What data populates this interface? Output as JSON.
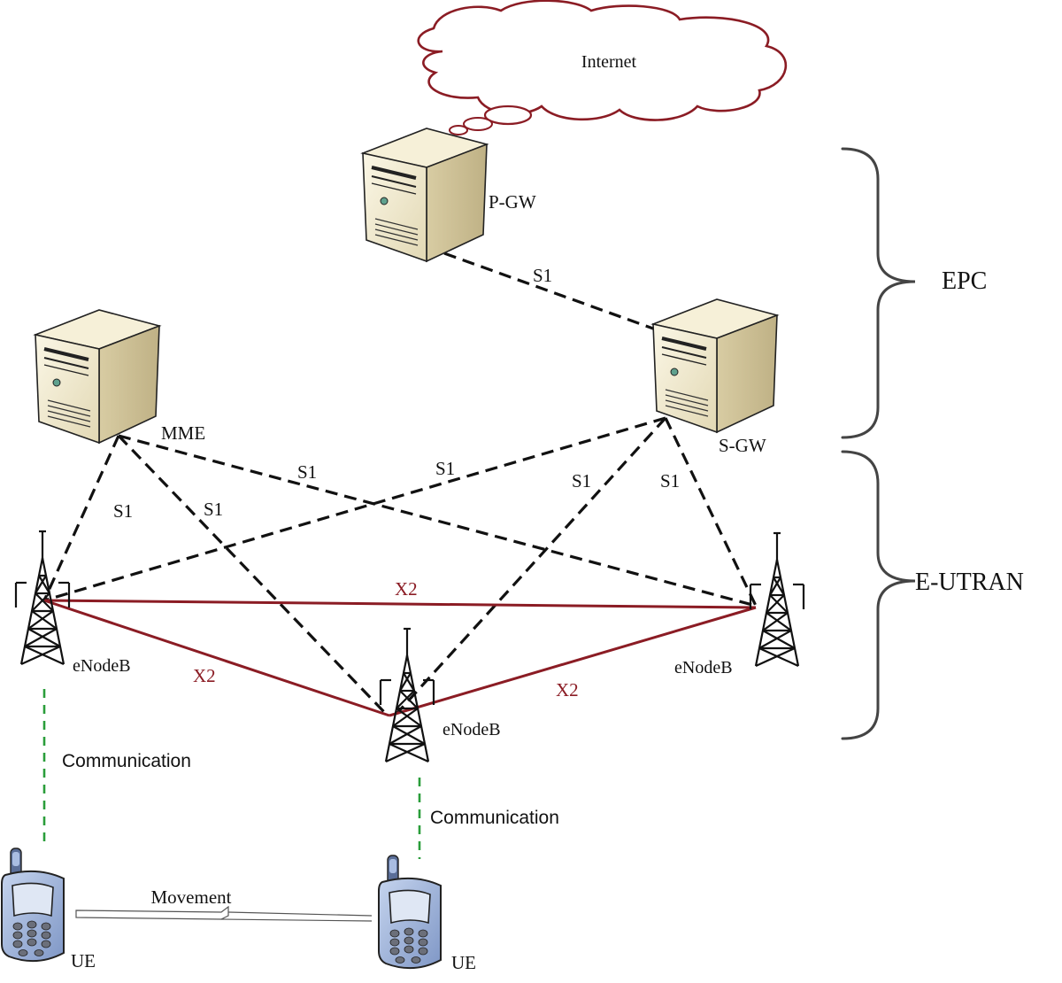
{
  "cloud": {
    "label": "Internet"
  },
  "servers": {
    "pgw": {
      "label": "P-GW"
    },
    "sgw": {
      "label": "S-GW"
    },
    "mme": {
      "label": "MME"
    }
  },
  "links": {
    "s1_labels": [
      "S1",
      "S1",
      "S1",
      "S1",
      "S1",
      "S1",
      "S1"
    ],
    "x2_labels": [
      "X2",
      "X2",
      "X2"
    ]
  },
  "enodebs": [
    {
      "label": "eNodeB"
    },
    {
      "label": "eNodeB"
    },
    {
      "label": "eNodeB"
    }
  ],
  "braces": {
    "epc": "EPC",
    "eutran": "E-UTRAN"
  },
  "communication": [
    "Communication",
    "Communication"
  ],
  "ues": [
    {
      "label": "UE"
    },
    {
      "label": "UE"
    }
  ],
  "movement": {
    "label": "Movement"
  },
  "colors": {
    "cloud_stroke": "#8b1c24",
    "x2_link": "#8b1c24",
    "communication_link": "#2a9d3a",
    "server_body": "#f1ead0",
    "phone_body": "#9db4dc"
  }
}
